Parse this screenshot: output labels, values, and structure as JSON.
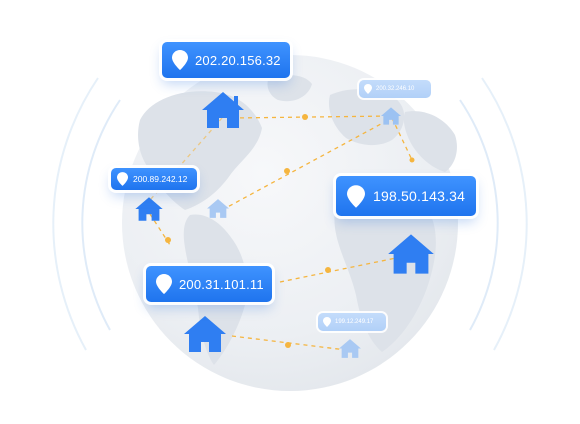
{
  "colors": {
    "accent": "#2a7df4",
    "house_primary": "#2f7ef2",
    "house_faint": "#8fb9f2",
    "connection_line": "#f5b53f",
    "globe": "#eef1f5",
    "land": "#dfe4ea"
  },
  "nodes": [
    {
      "id": "n1",
      "ip": "202.20.156.32",
      "emphasis": "primary",
      "icon": "house-icon"
    },
    {
      "id": "n2",
      "ip": "200.32.246.10",
      "emphasis": "faint",
      "icon": "house-icon"
    },
    {
      "id": "n3",
      "ip": "200.89.242.12",
      "emphasis": "primary",
      "icon": "house-icon"
    },
    {
      "id": "n4",
      "ip": "198.50.143.34",
      "emphasis": "primary",
      "icon": "house-icon"
    },
    {
      "id": "n5",
      "ip": "200.31.101.11",
      "emphasis": "primary",
      "icon": "house-icon"
    },
    {
      "id": "n6",
      "ip": "199.12.249.17",
      "emphasis": "faint",
      "icon": "house-icon"
    }
  ],
  "extra_houses": [
    {
      "id": "h-mid",
      "emphasis": "faint",
      "icon": "house-icon"
    }
  ]
}
